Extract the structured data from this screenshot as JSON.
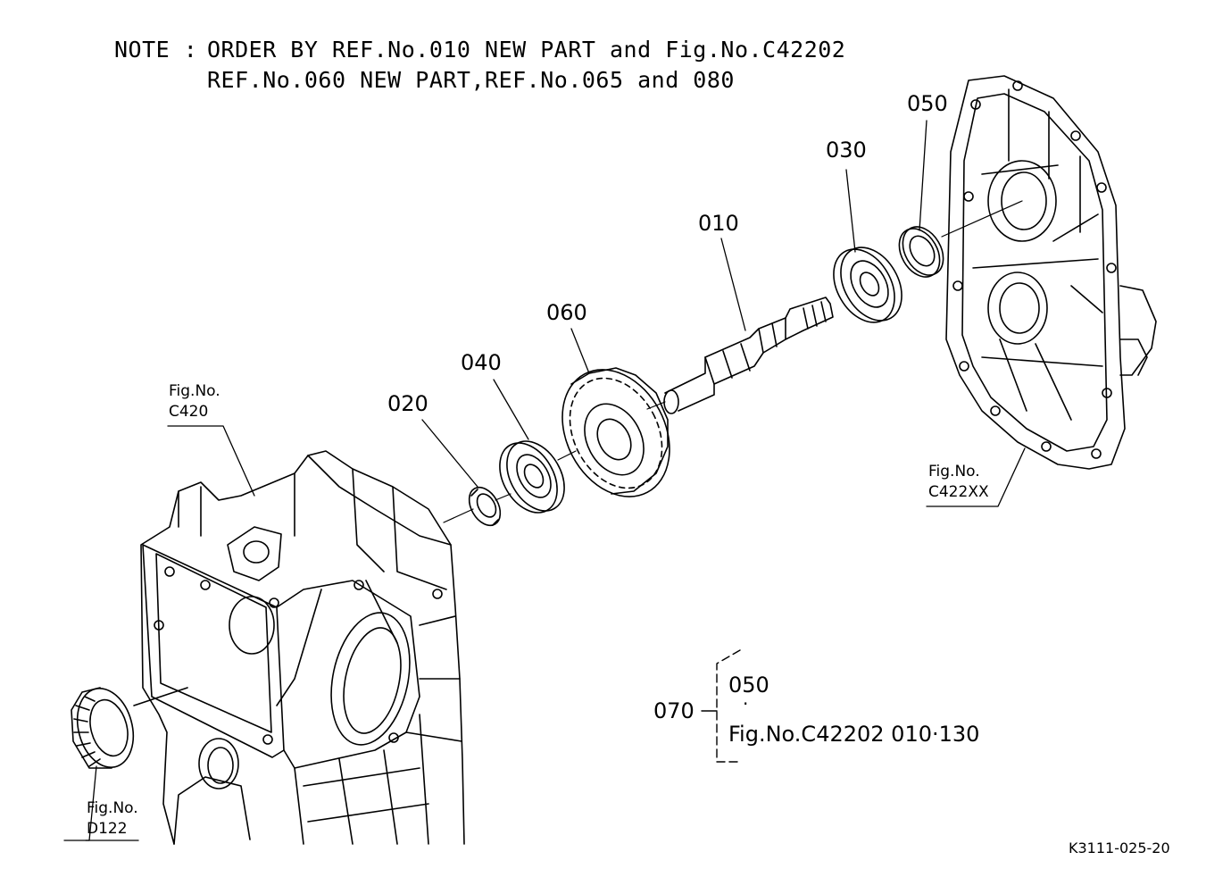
{
  "note": {
    "prefix": "NOTE :",
    "line1": "ORDER BY REF.No.010 NEW PART and Fig.No.C42202",
    "line2": "REF.No.060 NEW PART,REF.No.065 and 080"
  },
  "parts": {
    "p010": "010",
    "p020": "020",
    "p030": "030",
    "p040": "040",
    "p050": "050",
    "p060": "060"
  },
  "figrefs": {
    "c420": {
      "line1": "Fig.No.",
      "line2": "C420"
    },
    "c422xx": {
      "line1": "Fig.No.",
      "line2": "C422XX"
    },
    "d122": {
      "line1": "Fig.No.",
      "line2": "D122"
    }
  },
  "kit": {
    "ref": "070",
    "item1": "050",
    "dot": "·",
    "item2": "Fig.No.C42202  010·130"
  },
  "drawing_code": "K3111-025-20"
}
